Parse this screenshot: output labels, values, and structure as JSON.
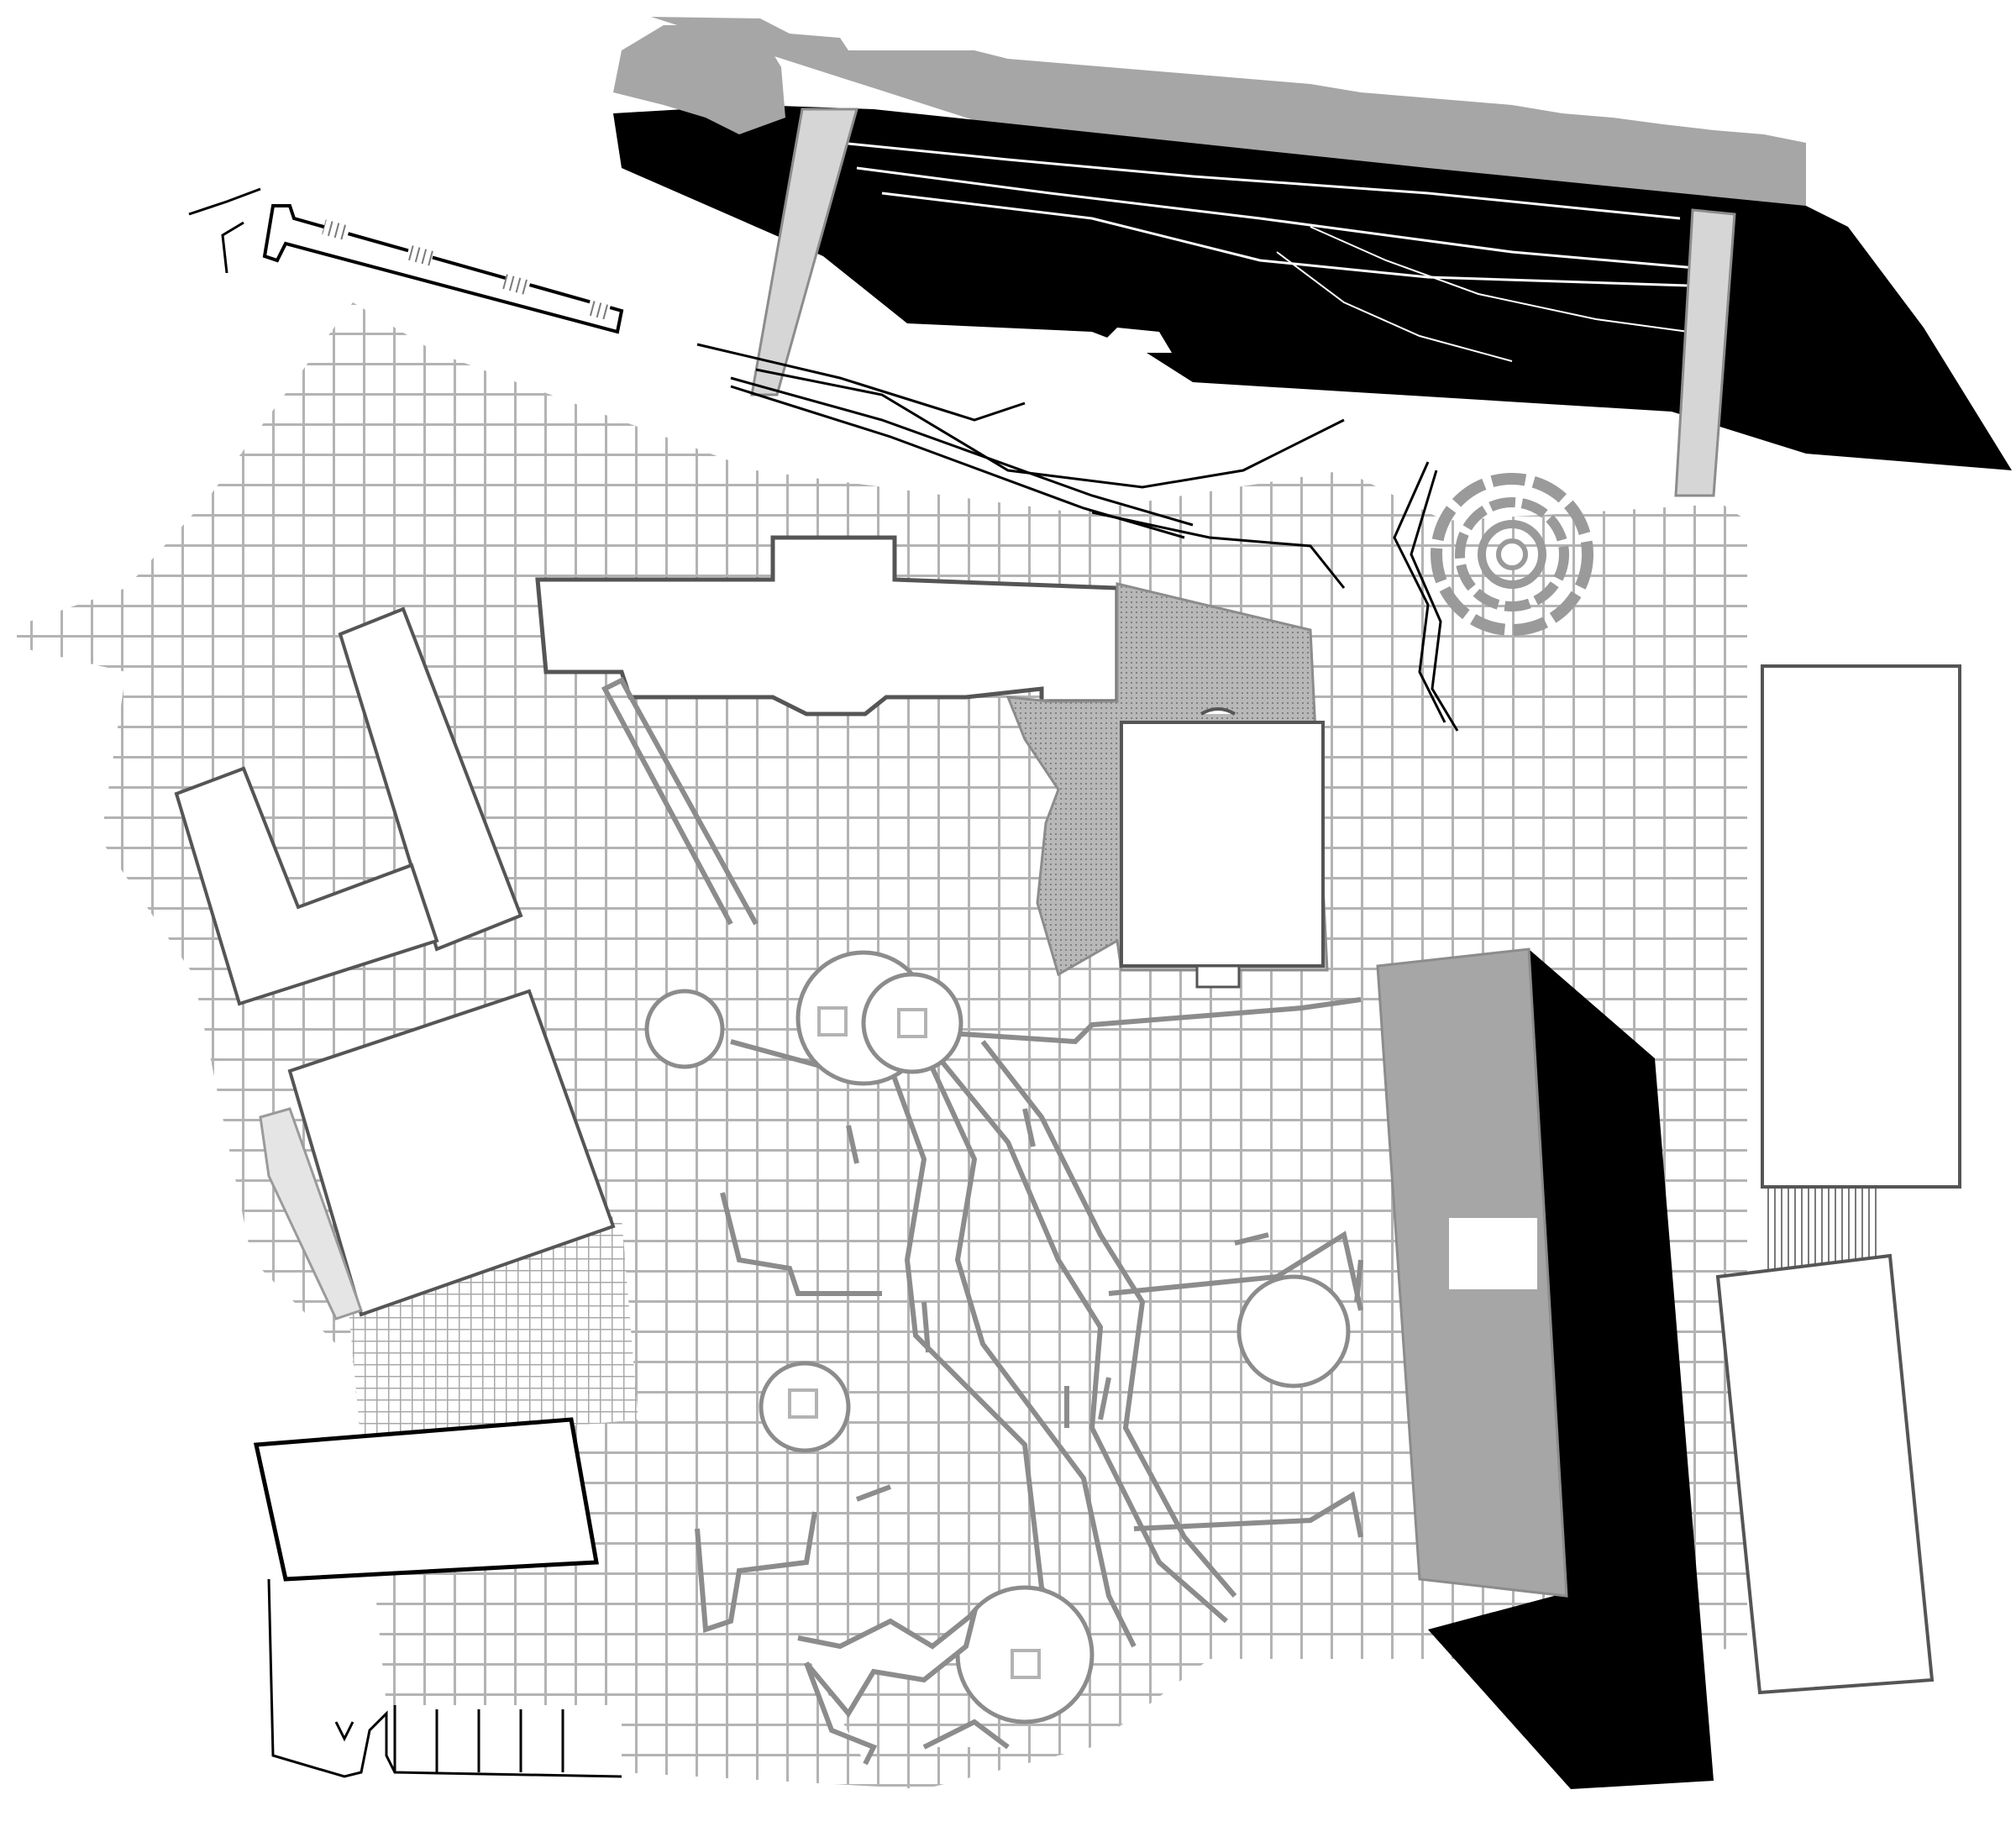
{
  "plan": {
    "text_labels": [],
    "colors": {
      "background": "#ffffff",
      "paving_grid": "#b3b3b3",
      "paving_stroke": "#9a9a9a",
      "building_outline": "#555555",
      "building_fill": "#ffffff",
      "dark_mass": "#000000",
      "mid_grey_mass": "#a6a6a6",
      "light_grey": "#d6d6d6",
      "path_stroke": "#8c8c8c",
      "stipple": "#8a8a8a"
    },
    "icons": [
      "circular-pavilion",
      "spiral-amphitheater",
      "stair-hatch"
    ]
  }
}
